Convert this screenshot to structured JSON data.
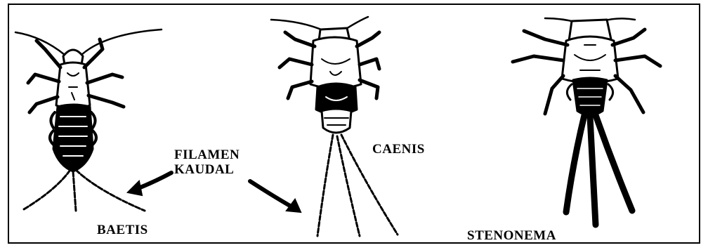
{
  "labels": {
    "filamen_line1": "FILAMEN",
    "filamen_line2": "KAUDAL",
    "baetis": "BAETIS",
    "caenis": "CAENIS",
    "stenonema": "STENONEMA"
  },
  "colors": {
    "ink": "#000000",
    "background": "#ffffff"
  }
}
